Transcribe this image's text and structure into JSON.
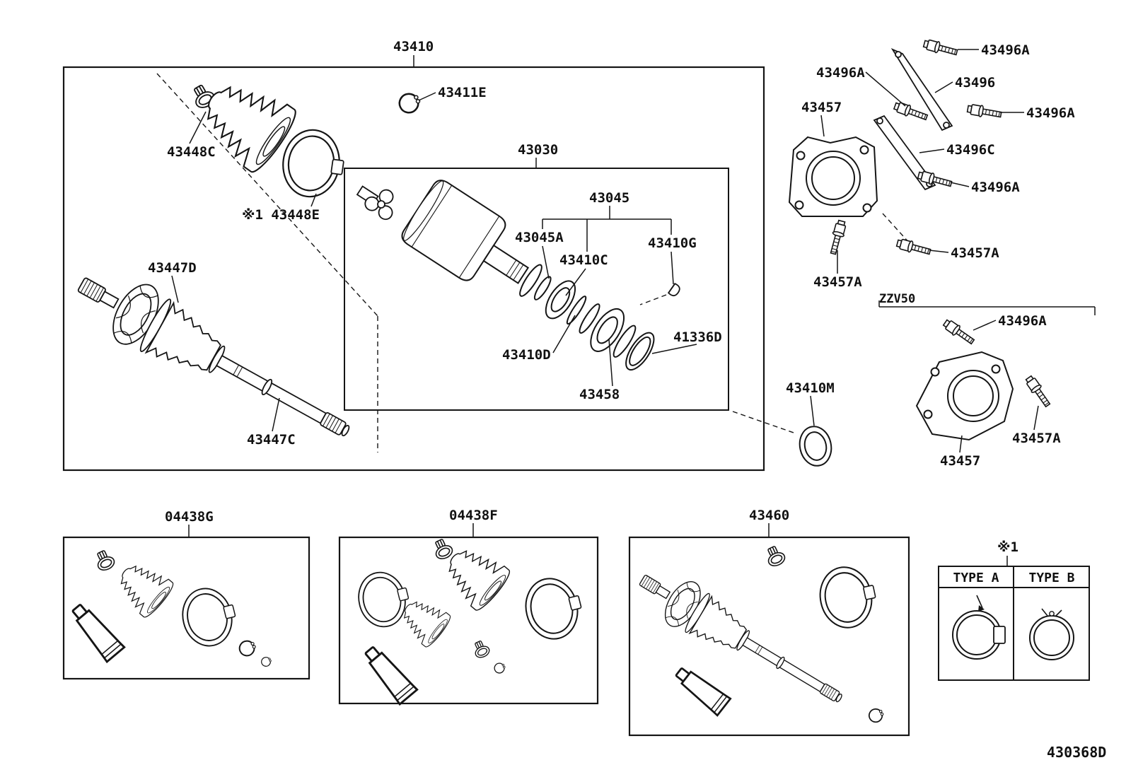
{
  "doc_code": "430368D",
  "variant_note": "ZZV50",
  "table": {
    "footnote": "※1",
    "col_a": "TYPE A",
    "col_b": "TYPE B"
  },
  "labels": [
    {
      "text": "43410"
    },
    {
      "text": "43411E"
    },
    {
      "text": "43448C"
    },
    {
      "text": "※1 43448E"
    },
    {
      "text": "43030"
    },
    {
      "text": "43045"
    },
    {
      "text": "43045A"
    },
    {
      "text": "43410C"
    },
    {
      "text": "43410G"
    },
    {
      "text": "43410D"
    },
    {
      "text": "41336D"
    },
    {
      "text": "43458"
    },
    {
      "text": "43447D"
    },
    {
      "text": "43447C"
    },
    {
      "text": "43410M"
    },
    {
      "text": "43496A"
    },
    {
      "text": "43496A"
    },
    {
      "text": "43496"
    },
    {
      "text": "43457"
    },
    {
      "text": "43496A"
    },
    {
      "text": "43496C"
    },
    {
      "text": "43496A"
    },
    {
      "text": "43457A"
    },
    {
      "text": "43457A"
    },
    {
      "text": "43496A"
    },
    {
      "text": "43457A"
    },
    {
      "text": "43457"
    },
    {
      "text": "04438G"
    },
    {
      "text": "04438F"
    },
    {
      "text": "43460"
    }
  ]
}
